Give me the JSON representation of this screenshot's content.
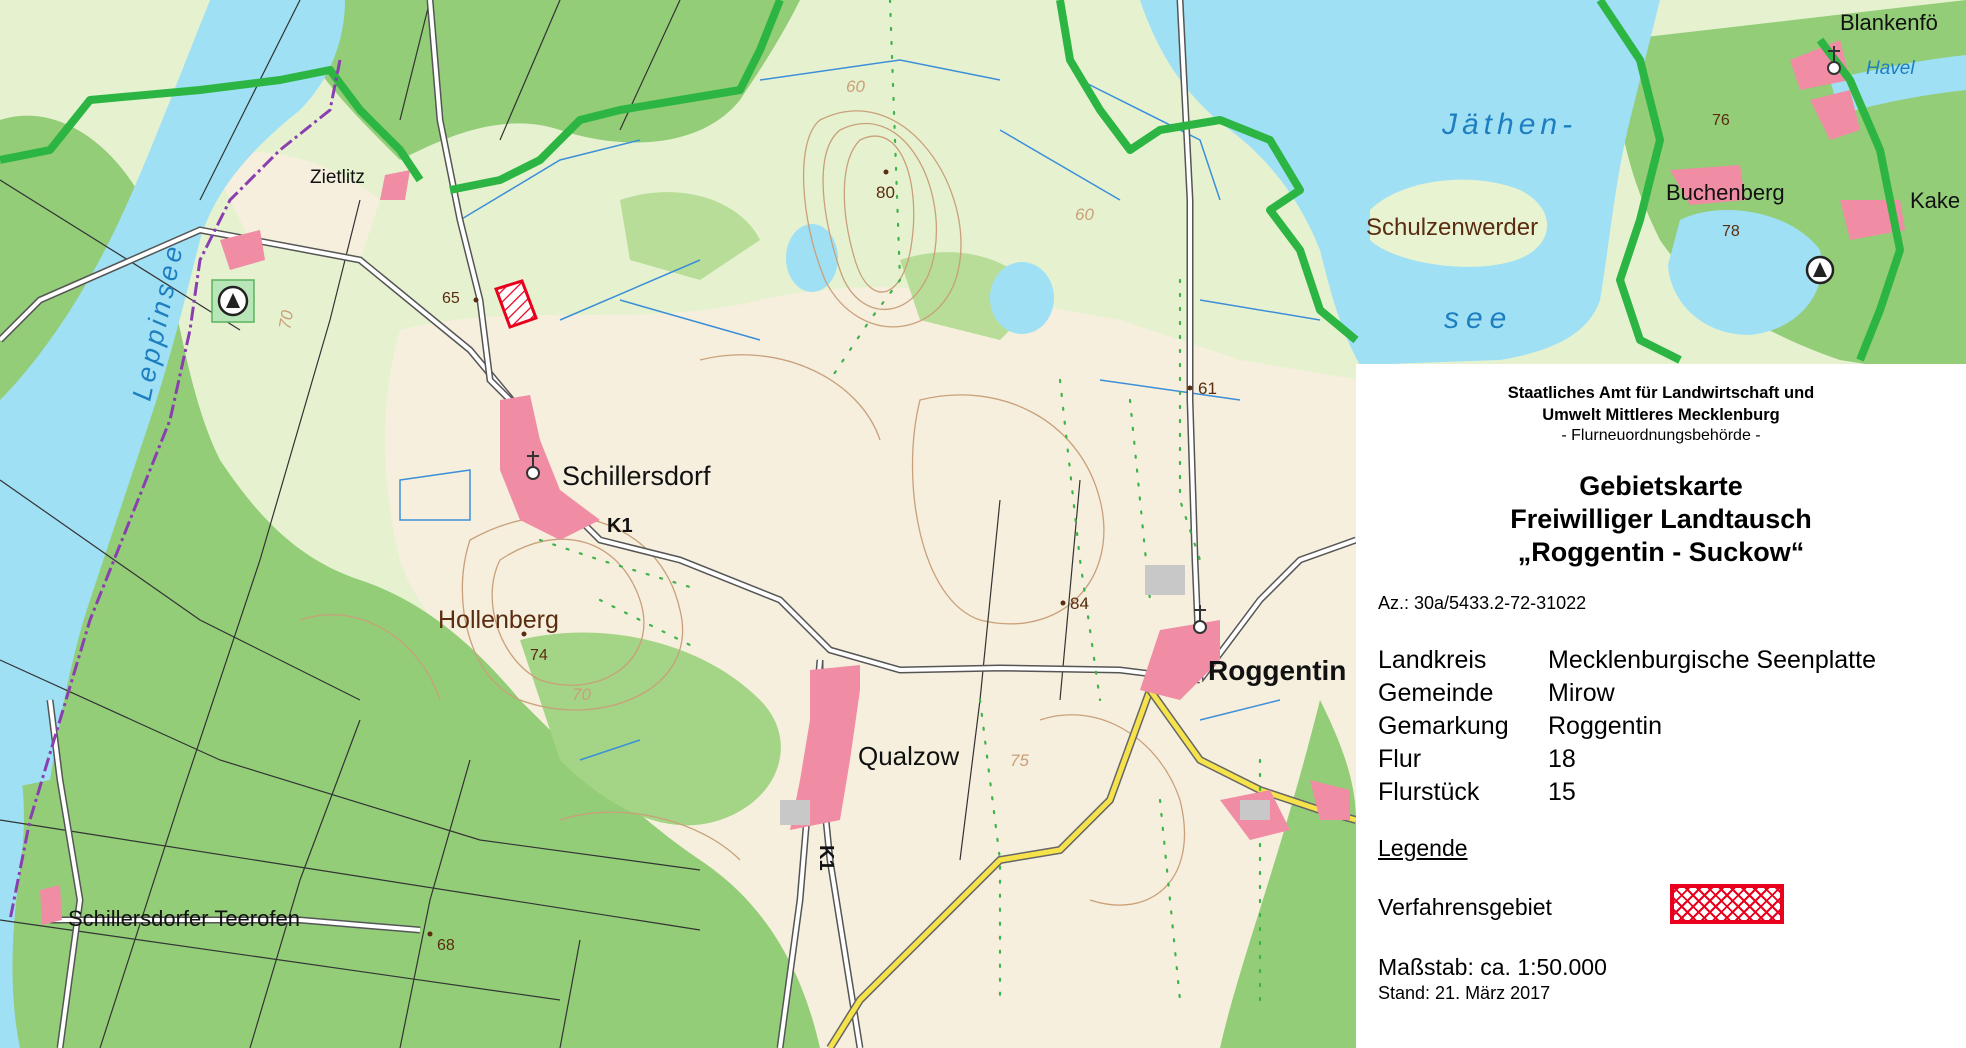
{
  "map": {
    "places": {
      "zietlitz": "Zietlitz",
      "schillersdorf": "Schillersdorf",
      "hollenberg": "Hollenberg",
      "qualzow": "Qualzow",
      "roggentin": "Roggentin",
      "schillersdorfer_teerofen": "Schillersdorfer Teerofen",
      "schulzenwerder": "Schulzenwerder",
      "buchenberg": "Buchenberg",
      "blankenfoerde": "Blankenfö",
      "kake": "Kake"
    },
    "water": {
      "leppinsee": "Leppinsee",
      "jaethen": "Jäthen-",
      "see": "see",
      "havel": "Havel"
    },
    "roads": {
      "k1_a": "K1",
      "k1_b": "K1"
    },
    "heights": {
      "h80": "80",
      "h60a": "60",
      "h60b": "60",
      "h65": "65",
      "h61": "61",
      "h84": "84",
      "h74": "74",
      "h70a": "70",
      "h70b": "70",
      "h75": "75",
      "h68": "68",
      "h76": "76",
      "h78": "78"
    },
    "colors": {
      "forest": "#92cc76",
      "open_land": "#f5eedc",
      "meadow": "#e0f0c6",
      "water": "#9fe0f5",
      "settlement": "#f08ca3",
      "boundary": "#2cb543",
      "road_yellow": "#f6e24a",
      "procedure_area": "#e8001c"
    }
  },
  "panel": {
    "agency_line1": "Staatliches Amt für Landwirtschaft und",
    "agency_line2": "Umwelt Mittleres Mecklenburg",
    "authority": "- Flurneuordnungsbehörde -",
    "title_line1": "Gebietskarte",
    "title_line2": "Freiwilliger Landtausch",
    "title_line3": "„Roggentin - Suckow“",
    "file_ref": "Az.: 30a/5433.2-72-31022",
    "fields": [
      {
        "key": "Landkreis",
        "value": "Mecklenburgische Seenplatte"
      },
      {
        "key": "Gemeinde",
        "value": "Mirow"
      },
      {
        "key": "Gemarkung",
        "value": "Roggentin"
      },
      {
        "key": "Flur",
        "value": "18"
      },
      {
        "key": "Flurstück",
        "value": "15"
      }
    ],
    "legend_heading": "Legende",
    "legend_item": "Verfahrensgebiet",
    "scale": "Maßstab: ca. 1:50.000",
    "date": "Stand: 21. März 2017"
  }
}
